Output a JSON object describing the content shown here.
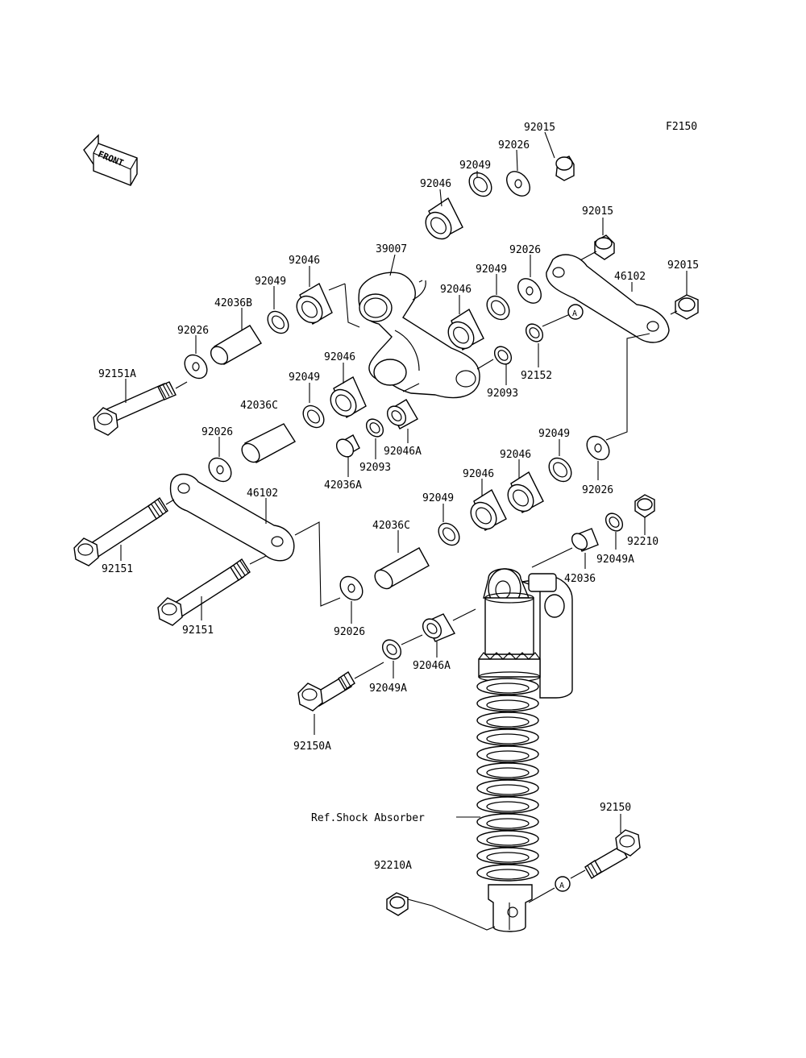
{
  "diagram_code": "F2150",
  "front_marker": "FRONT",
  "reference_marker": "A",
  "callouts": {
    "c92015_top": "92015",
    "c92026_top": "92026",
    "c92049_top": "92049",
    "c92046_top": "92046",
    "c92015_mid": "92015",
    "c92015_right": "92015",
    "c46102_right": "46102",
    "c39007": "39007",
    "c92026_mid": "92026",
    "c92049_mid": "92049",
    "c92046_mid": "92046",
    "c92046_upper_left": "92046",
    "c92049_upper_left": "92049",
    "c42036B": "42036B",
    "c92026_left": "92026",
    "c92151A": "92151A",
    "c92152": "92152",
    "c92093_right": "92093",
    "c92046_center": "92046",
    "c92049_center": "92049",
    "c42036C_upper": "42036C",
    "c92046A_upper": "92046A",
    "c92093_lower": "92093",
    "c42036A": "42036A",
    "c92026_lower_left": "92026",
    "c46102_left": "46102",
    "c92151_upper": "92151",
    "c92151_lower": "92151",
    "c92049_rr": "92049",
    "c92046_rr": "92046",
    "c92046_rm": "92046",
    "c92049_rm": "92049",
    "c92026_rr": "92026",
    "c42036C_lower": "42036C",
    "c92210": "92210",
    "c92049A_right": "92049A",
    "c42036": "42036",
    "c92026_bottom": "92026",
    "c92046A_lower": "92046A",
    "c92049A_lower": "92049A",
    "c92150A": "92150A",
    "ref_shock": "Ref.Shock Absorber",
    "c92150": "92150",
    "c92210A": "92210A"
  }
}
